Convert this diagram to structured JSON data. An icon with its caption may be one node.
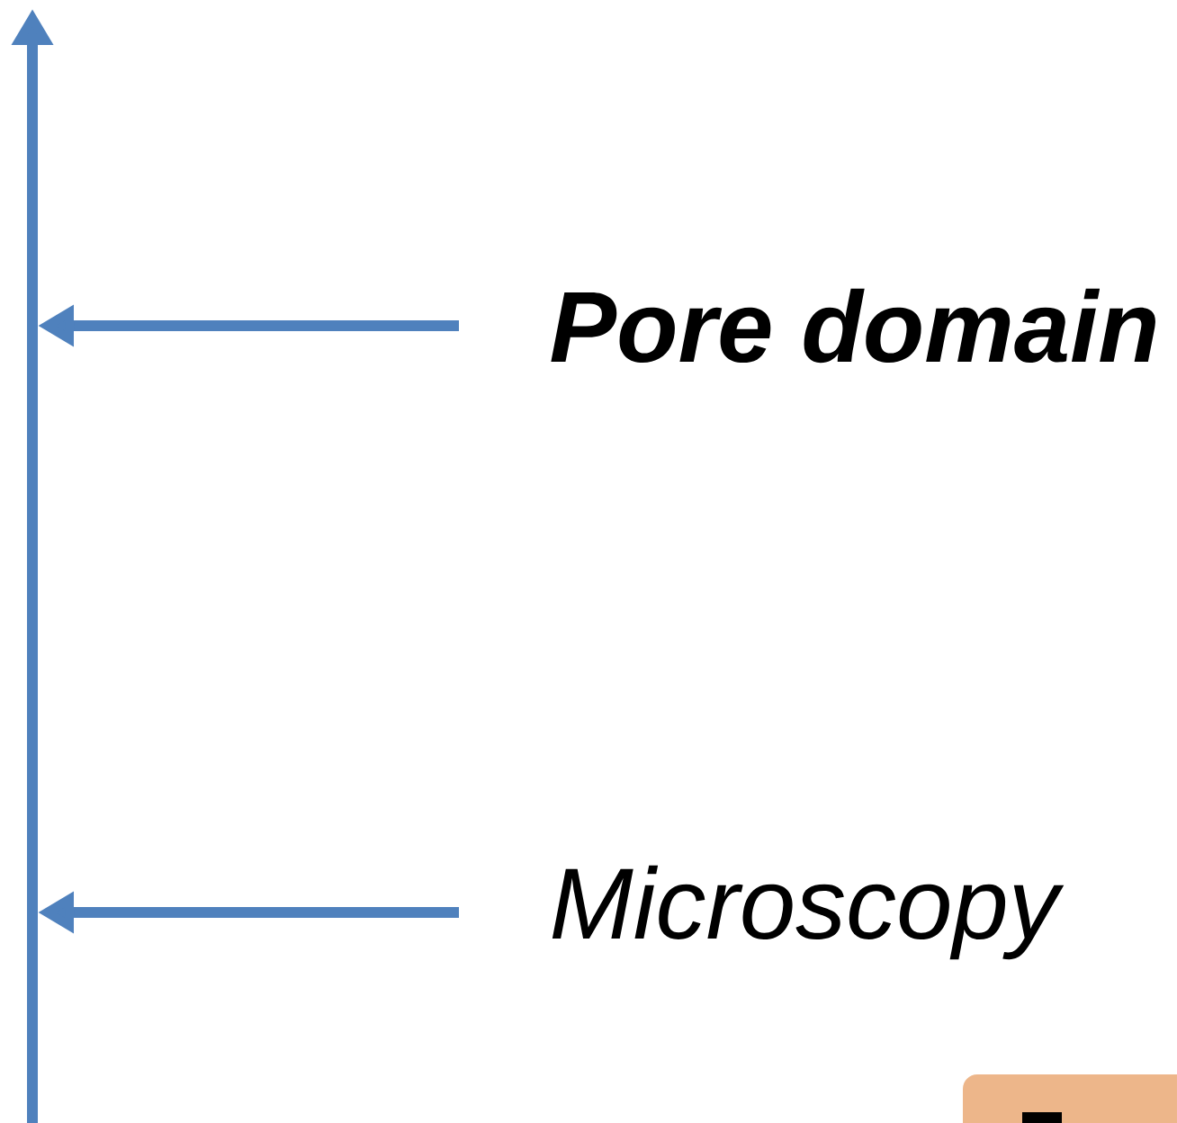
{
  "diagram": {
    "nodes": [
      {
        "text": [
          "**Pore domain**"
        ]
      },
      {
        "text": [
          "Microscopy"
        ]
      }
    ],
    "edges": [
      {
        "from": 0,
        "to": null,
        "arrow": "to"
      },
      {
        "from": 1,
        "to": null,
        "arrow": "to"
      }
    ]
  }
}
